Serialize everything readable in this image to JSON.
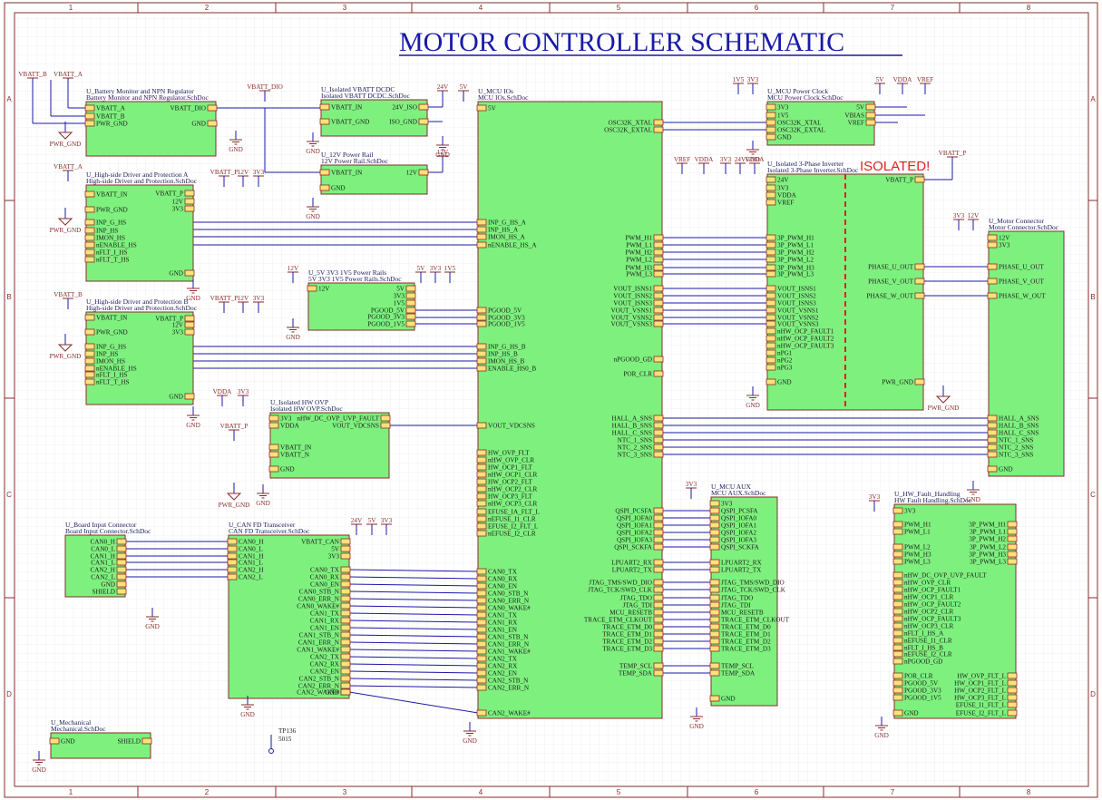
{
  "title": "MOTOR CONTROLLER SCHEMATIC",
  "isolated_label": "ISOLATED!",
  "zones": {
    "cols": [
      "1",
      "2",
      "3",
      "4",
      "5",
      "6",
      "7",
      "8"
    ],
    "rows": [
      "A",
      "B",
      "C",
      "D"
    ]
  },
  "blocks": {
    "battery": {
      "designator": "U_Battery Monitor and NPN Regulator",
      "file": "Battery Monitor and NPN Regulator.SchDoc",
      "left": [
        "VBATT_A",
        "VBATT_B",
        "PWR_GND"
      ],
      "right": [
        "VBATT_DIO",
        "GND"
      ]
    },
    "hsA": {
      "designator": "U_High-side Driver and Protection A",
      "file": "High-side Driver and Protection.SchDoc",
      "left": [
        "VBATT_IN",
        "PWR_GND",
        "INP_G_HS",
        "INP_HS",
        "IMON_HS",
        "nENABLE_HS",
        "nFLT_I_HS",
        "nFLT_T_HS"
      ],
      "top": [
        "VBATT_P",
        "12V",
        "3V3"
      ],
      "gnd": "GND"
    },
    "hsB": {
      "designator": "U_High-side Driver and Protection B",
      "file": "High-side Driver and Protection.SchDoc",
      "left": [
        "VBATT_IN",
        "PWR_GND",
        "INP_G_HS",
        "INP_HS",
        "IMON_HS",
        "nENABLE_HS",
        "nFLT_I_HS",
        "nFLT_T_HS"
      ],
      "top": [
        "VBATT_P",
        "12V",
        "3V3"
      ],
      "gnd": "GND"
    },
    "isoDcdc": {
      "designator": "U_Isolated VBATT DCDC",
      "file": "Isolated VBATT DCDC.SchDoc",
      "left": [
        "VBATT_IN",
        "VBATT_GND"
      ],
      "right": [
        "24V_ISO",
        "ISO_GND"
      ]
    },
    "rail12": {
      "designator": "U_12V Power Rail",
      "file": "12V Power Rail.SchDoc",
      "left": [
        "VBATT_IN",
        "GND"
      ],
      "right": [
        "12V"
      ]
    },
    "rails": {
      "designator": "U_5V 3V3 1V5 Power Rails",
      "file": "5V 3V3 1V5 Power Rails.SchDoc",
      "left": [
        "12V"
      ],
      "right": [
        "5V",
        "3V3",
        "1V5",
        "PGOOD_5V",
        "PGOOD_3V3",
        "PGOOD_1V5"
      ]
    },
    "isoOvp": {
      "designator": "U_Isolated HW OVP",
      "file": "Isolated HW OVP.SchDoc",
      "left": [
        "3V3",
        "VDDA",
        "VBATT_IN",
        "VBATT_N",
        "GND"
      ],
      "right": [
        "nHW_DC_OVP_UVP_FAULT",
        "VOUT_VDCSNS"
      ]
    },
    "board": {
      "designator": "U_Board Input Connector",
      "file": "Board Input Connector.SchDoc",
      "right": [
        "CAN0_H",
        "CAN0_L",
        "CAN1_H",
        "CAN1_L",
        "CAN2_H",
        "CAN2_L",
        "GND",
        "SHIELD"
      ]
    },
    "can": {
      "designator": "U_CAN FD Transceiver",
      "file": "CAN FD Transceiver.SchDoc",
      "left": [
        "CAN0_H",
        "CAN0_L",
        "CAN1_H",
        "CAN1_L",
        "CAN2_H",
        "CAN2_L"
      ],
      "right": [
        "VBATT_CAN",
        "5V",
        "3V3",
        "CAN0_TX",
        "CAN0_RX",
        "CAN0_EN",
        "CAN0_STB_N",
        "CAN0_ERR_N",
        "CAN0_WAKE#",
        "CAN1_TX",
        "CAN1_RX",
        "CAN1_EN",
        "CAN1_STB_N",
        "CAN1_ERR_N",
        "CAN1_WAKE#",
        "CAN2_TX",
        "CAN2_RX",
        "CAN2_EN",
        "CAN2_STB_N",
        "CAN2_ERR_N",
        "CAN2_WAKE#"
      ],
      "gnd": "GND"
    },
    "mech": {
      "designator": "U_Mechanical",
      "file": "Mechanical.SchDoc",
      "left": [
        "GND"
      ],
      "right": [
        "SHIELD"
      ]
    },
    "mcu": {
      "designator": "U_MCU IOs",
      "file": "MCU IOs.SchDoc",
      "left": [
        "5V",
        "INP_G_HS_A",
        "INP_HS_A",
        "IMON_HS_A",
        "nENABLE_HS_A",
        "PGOOD_5V",
        "PGOOD_3V3",
        "PGOOD_1V5",
        "INP_G_HS_B",
        "INP_HS_B",
        "IMON_HS_B",
        "ENABLE_HS0_B",
        "VOUT_VDCSNS",
        "HW_OVP_FLT",
        "nHW_OVP_CLR",
        "HW_OCP1_FLT",
        "nHW_OCP1_CLR",
        "HW_OCP2_FLT",
        "nHW_OCP2_CLR",
        "HW_OCP3_FLT",
        "nHW_OCP3_CLR",
        "EFUSE_IA_FLT_L",
        "nEFUSE_I1_CLR",
        "EFUSE_I2_FLT_L",
        "nEFUSE_I2_CLR",
        "CAN0_TX",
        "CAN0_RX",
        "CAN0_EN",
        "CAN0_STB_N",
        "CAN0_ERR_N",
        "CAN0_WAKE#",
        "CAN1_TX",
        "CAN1_RX",
        "CAN1_EN",
        "CAN1_STB_N",
        "CAN1_ERR_N",
        "CAN1_WAKE#",
        "CAN2_TX",
        "CAN2_RX",
        "CAN2_EN",
        "CAN2_STB_N",
        "CAN2_ERR_N",
        "CAN2_WAKE#",
        "GND"
      ],
      "right": [
        "OSC32K_XTAL",
        "OSC32K_EXTAL",
        "PWM_H1",
        "PWM_L1",
        "PWM_H2",
        "PWM_L2",
        "PWM_H3",
        "PWM_L3",
        "VOUT_ISNS1",
        "VOUT_ISNS2",
        "VOUT_ISNS3",
        "VOUT_VSNS1",
        "VOUT_VSNS2",
        "VOUT_VSNS3",
        "nPGOOD_GD",
        "POR_CLR",
        "HALL_A_SNS",
        "HALL_B_SNS",
        "HALL_C_SNS",
        "NTC_1_SNS",
        "NTC_2_SNS",
        "NTC_3_SNS",
        "QSPI_PCSFA",
        "QSPI_IOFA0",
        "QSPI_IOFA1",
        "QSPI_IOFA2",
        "QSPI_IOFA3",
        "QSPI_SCKFA",
        "LPUART2_RX",
        "LPUART2_TX",
        "JTAG_TMS/SWD_DIO",
        "JTAG_TCK/SWD_CLK",
        "JTAG_TDO",
        "JTAG_TDI",
        "MCU_RESETB",
        "TRACE_ETM_CLKOUT",
        "TRACE_ETM_D0",
        "TRACE_ETM_D1",
        "TRACE_ETM_D2",
        "TRACE_ETM_D3",
        "TEMP_SCL",
        "TEMP_SDA"
      ]
    },
    "clock": {
      "designator": "U_MCU Power Clock",
      "file": "MCU Power Clock.SchDoc",
      "left": [
        "3V3",
        "1V5",
        "OSC32K_XTAL",
        "OSC32K_EXTAL",
        "GND"
      ],
      "right": [
        "5V",
        "VBIAS",
        "VREF"
      ]
    },
    "inv": {
      "designator": "U_Isolated 3-Phase Inverter",
      "file": "Isolated 3-Phase Inverter.SchDoc",
      "left": [
        "24V",
        "3V3",
        "VDDA",
        "VREF",
        "3P_PWM_H1",
        "3P_PWM_L1",
        "3P_PWM_H2",
        "3P_PWM_L2",
        "3P_PWM_H3",
        "3P_PWM_L3",
        "VOUT_ISNS1",
        "VOUT_ISNS2",
        "VOUT_ISNS3",
        "VOUT_VSNS1",
        "VOUT_VSNS2",
        "VOUT_VSNS3",
        "nHW_OCP_FAULT1",
        "nHW_OCP_FAULT2",
        "nHW_OCP_FAULT3",
        "nPG1",
        "nPG2",
        "nPG3",
        "GND"
      ],
      "right": [
        "VBATT_P",
        "PHASE_U_OUT",
        "PHASE_V_OUT",
        "PHASE_W_OUT",
        "PWR_GND"
      ]
    },
    "motor": {
      "designator": "U_Motor Connector",
      "file": "Motor Connector.SchDoc",
      "left": [
        "12V",
        "3V3",
        "PHASE_U_OUT",
        "PHASE_V_OUT",
        "PHASE_W_OUT",
        "HALL_A_SNS",
        "HALL_B_SNS",
        "HALL_C_SNS",
        "NTC_1_SNS",
        "NTC_2_SNS",
        "NTC_3_SNS",
        "GND"
      ]
    },
    "aux": {
      "designator": "U_MCU AUX",
      "file": "MCU AUX.SchDoc",
      "left": [
        "3V3",
        "QSPI_PCSFA",
        "QSPI_IOFA0",
        "QSPI_IOFA1",
        "QSPI_IOFA2",
        "QSPI_IOFA3",
        "QSPI_SCKFA",
        "LPUART2_RX",
        "LPUART2_TX",
        "JTAG_TMS/SWD_DIO",
        "JTAG_TCK/SWD_CLK",
        "JTAG_TDO",
        "JTAG_TDI",
        "MCU_RESETB",
        "TRACE_ETM_CLKOUT",
        "TRACE_ETM_D0",
        "TRACE_ETM_D1",
        "TRACE_ETM_D2",
        "TRACE_ETM_D3",
        "TEMP_SCL",
        "TEMP_SDA",
        "GND"
      ]
    },
    "fault": {
      "designator": "U_HW_Fault_Handling",
      "file": "HW Fault Handling.SchDoc",
      "left": [
        "3V3",
        "PWM_H1",
        "PWM_L1",
        "PWM_L2",
        "PWM_H3",
        "PWM_L3",
        "nHW_DC_OVP_UVP_FAULT",
        "nHW_OVP_CLR",
        "nHW_OCP_FAULT1",
        "nHW_OCP1_CLR",
        "nHW_OCP_FAULT2",
        "nHW_OCP2_CLR",
        "nHW_OCP_FAULT3",
        "nHW_OCP3_CLR",
        "nFLT_I_HS_A",
        "nEFUSE_I1_CLR",
        "nFLT_I_HS_B",
        "nEFUSE_I2_CLR",
        "nPGOOD_GD",
        "POR_CLR",
        "PGOOD_5V",
        "PGOOD_3V3",
        "PGOOD_1V5",
        "GND"
      ],
      "right": [
        "3P_PWM_H1",
        "3P_PWM_L1",
        "3P_PWM_H2",
        "3P_PWM_L2",
        "3P_PWM_H3",
        "3P_PWM_L3",
        "HW_OVP_FLT_L",
        "HW_OCP1_FLT_L",
        "HW_OCP2_FLT_L",
        "HW_OCP3_FLT_L",
        "EFUSE_I1_FLT_L",
        "EFUSE_I2_FLT_L"
      ]
    }
  },
  "power_labels": {
    "vbatt_b": "VBATT_B",
    "vbatt_a": "VBATT_A",
    "vbatt_dio": "VBATT_DIO",
    "v24": "24V",
    "v5": "5V",
    "v1v5": "1V5",
    "v3v3": "3V3",
    "vdda": "VDDA",
    "vref": "VREF",
    "v12": "12V",
    "vbatt_p": "VBATT_P",
    "gnd": "GND",
    "pwr_gnd": "PWR_GND",
    "shield": "SHIELD"
  },
  "testpoint": {
    "name": "TP136",
    "value": "5015"
  }
}
